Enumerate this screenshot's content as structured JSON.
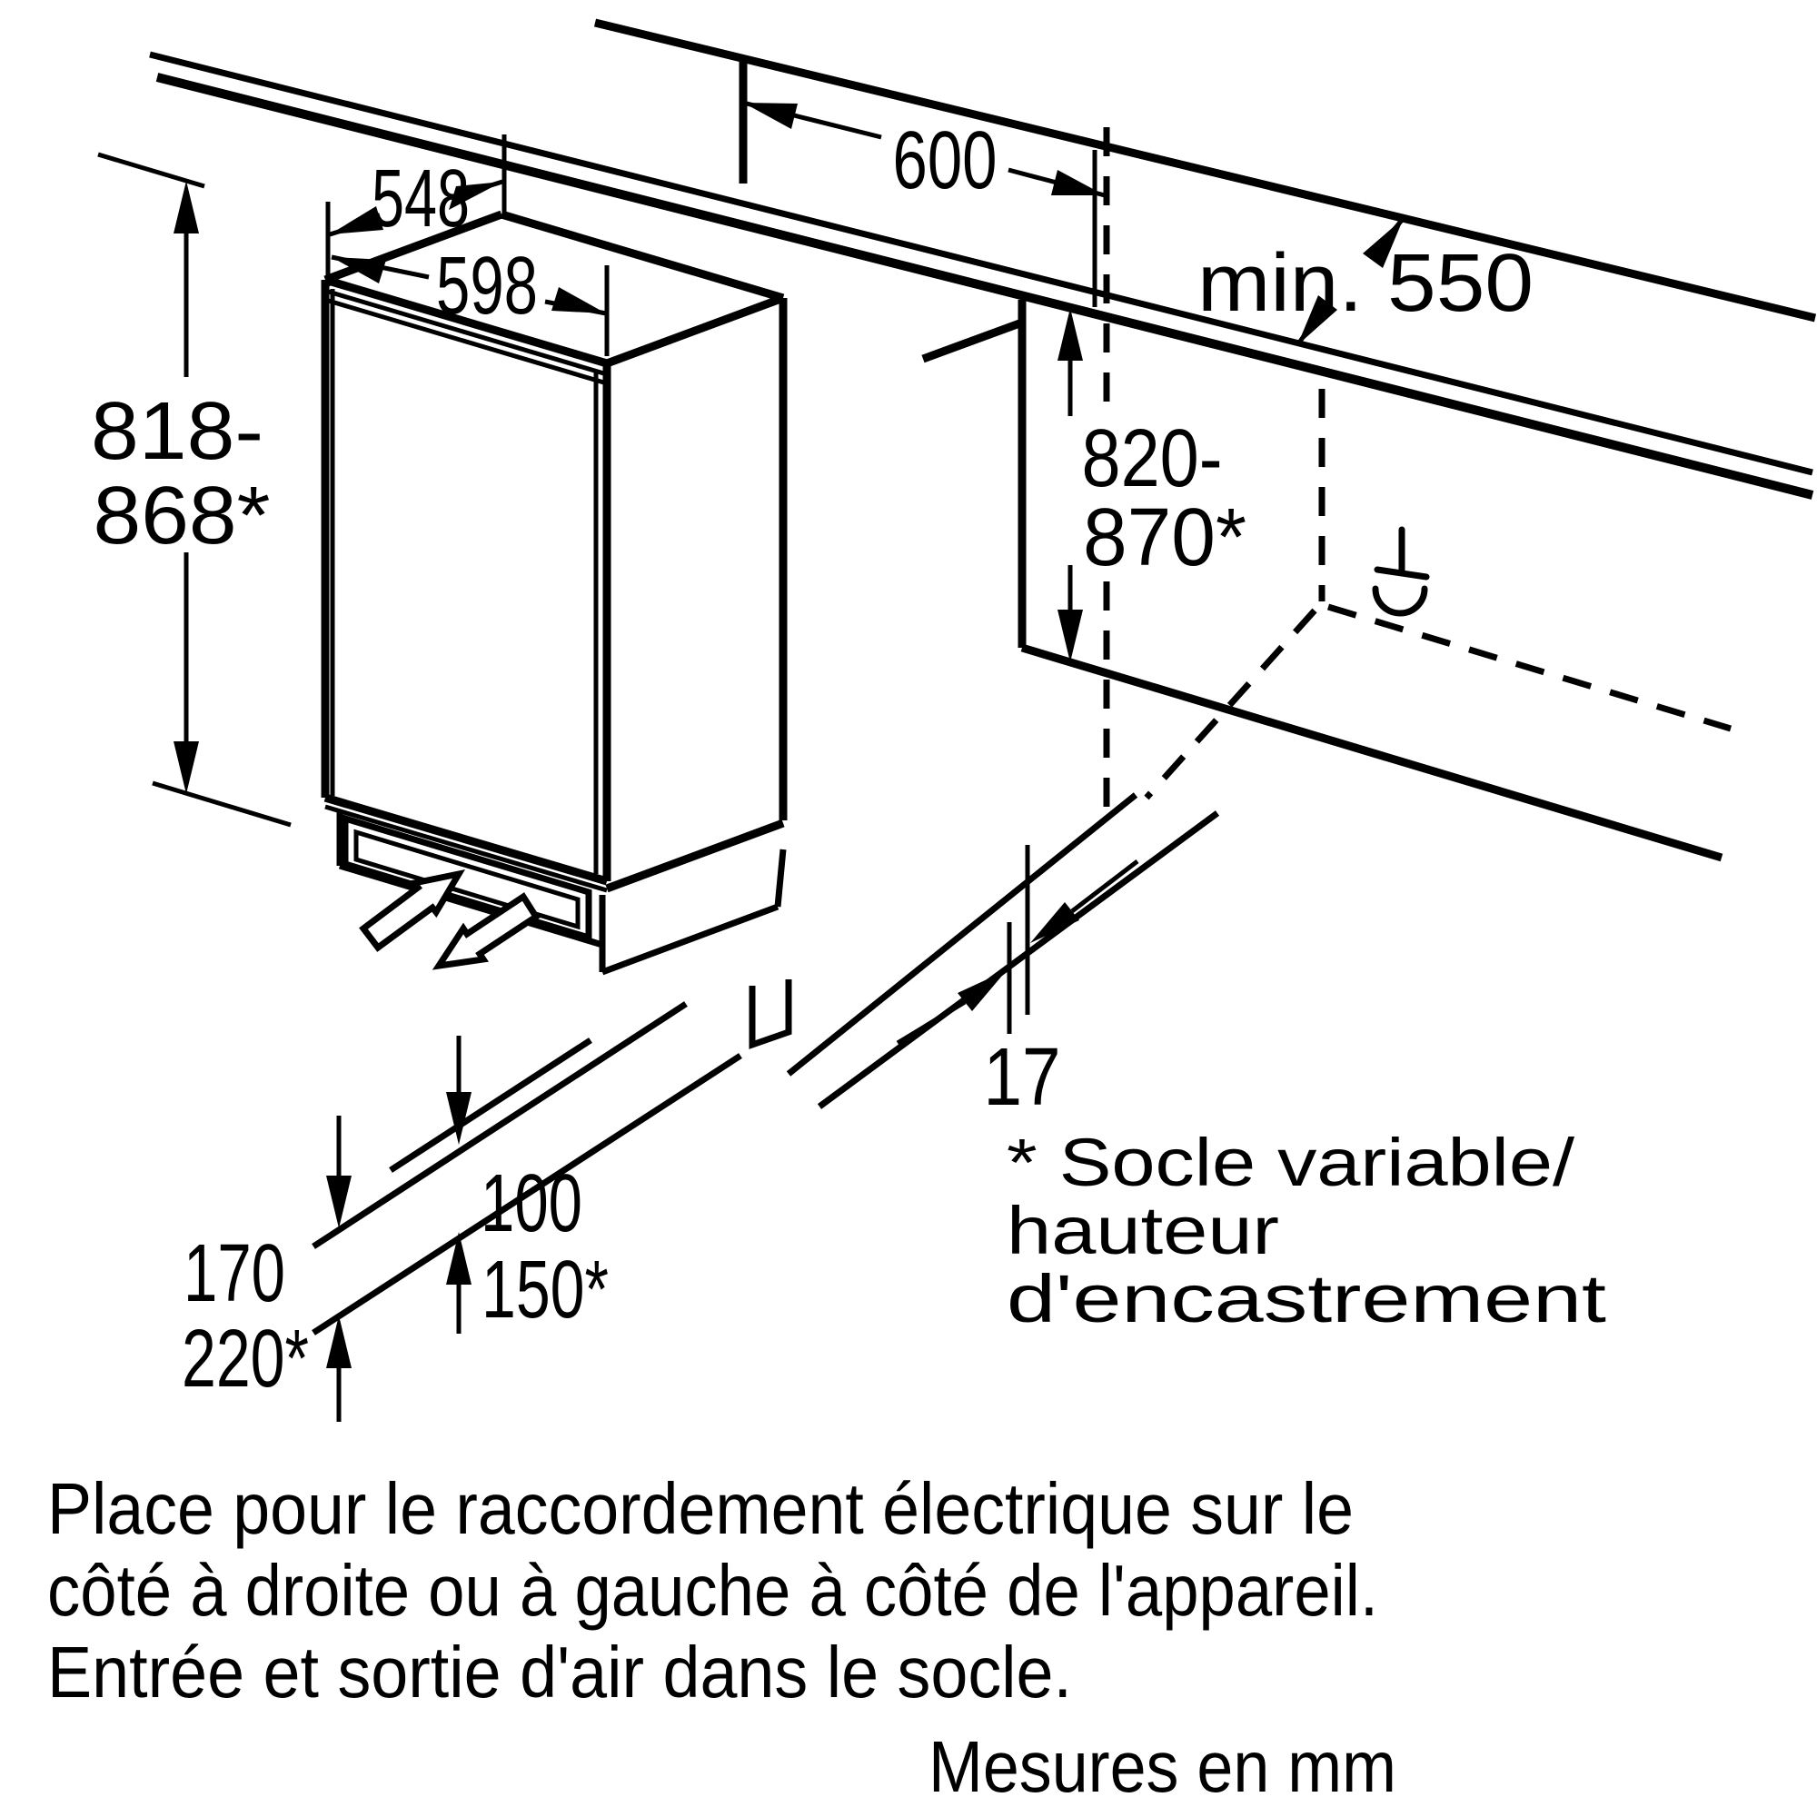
{
  "diagram": {
    "title_hint": "Built-in appliance installation drawing",
    "units_note": "Mesures en mm",
    "dimensions": {
      "niche_width": "600",
      "appliance_depth": "548",
      "appliance_width": "598",
      "worktop_depth_min": "min. 550",
      "appliance_height_line1": "818-",
      "appliance_height_line2": "868*",
      "niche_height_line1": "820-",
      "niche_height_line2": "870*",
      "side_gap": "17",
      "plinth_height_line1": "170",
      "plinth_height_line2": "220*",
      "vent_height_line1": "100",
      "vent_height_line2": "150*"
    },
    "footnote": {
      "line1": "* Socle variable/",
      "line2": "hauteur",
      "line3": "d'encastrement"
    },
    "caption": {
      "line1": "Place pour le raccordement électrique sur le",
      "line2": "côté à droite ou à gauche à côté de l'appareil.",
      "line3": "Entrée et sortie d'air dans le socle."
    },
    "icons": {
      "power_socket": "earthed-socket-symbol"
    },
    "colors": {
      "line": "#000000",
      "background": "#ffffff"
    }
  }
}
